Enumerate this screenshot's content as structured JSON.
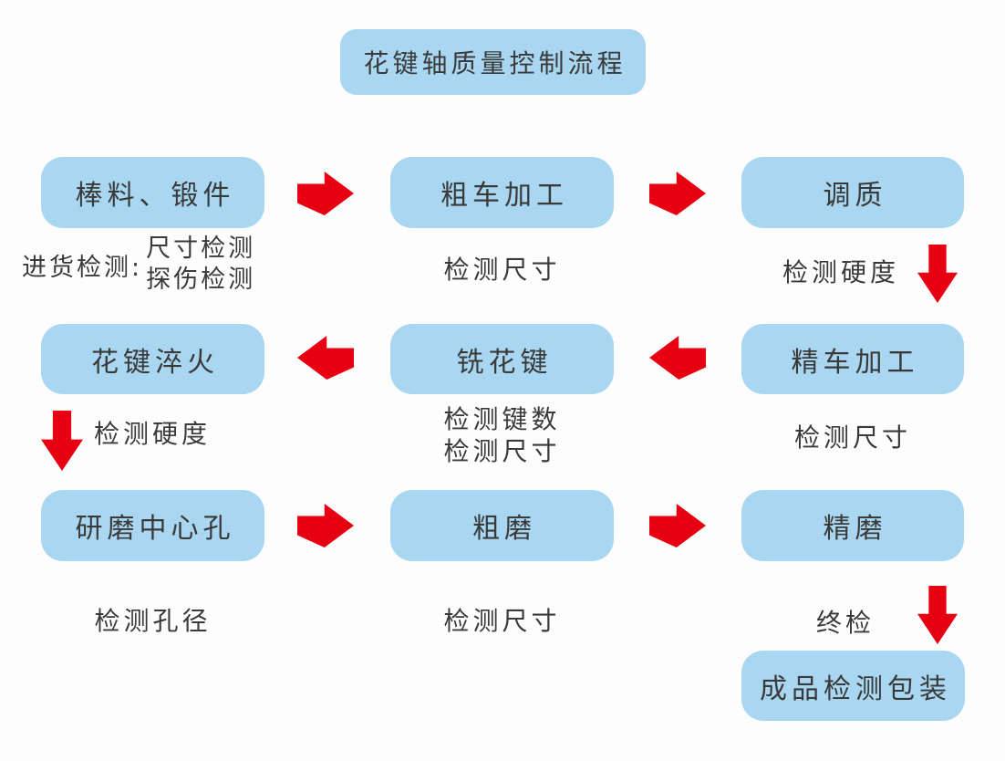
{
  "title": "花键轴质量控制流程",
  "steps": {
    "raw_material": "棒料、锻件",
    "rough_turning": "粗车加工",
    "quench_temper": "调质",
    "spline_quench": "花键淬火",
    "mill_spline": "铣花键",
    "fine_turning": "精车加工",
    "grind_center_hole": "研磨中心孔",
    "rough_grind": "粗磨",
    "fine_grind": "精磨",
    "final_pack": "成品检测包装"
  },
  "inspections": {
    "incoming_label": "进货检测:",
    "incoming_item_1": "尺寸检测",
    "incoming_item_2": "探伤检测",
    "rough_turning": "检测尺寸",
    "quench_temper": "检测硬度",
    "spline_quench": "检测硬度",
    "mill_spline_1": "检测键数",
    "mill_spline_2": "检测尺寸",
    "fine_turning": "检测尺寸",
    "grind_center_hole": "检测孔径",
    "rough_grind": "检测尺寸",
    "fine_grind": "终检"
  },
  "colors": {
    "bg": "#fdfdfd",
    "box_fill": "#a9d6f0",
    "arrow": "#e60012",
    "text": "#3a3a3a"
  }
}
